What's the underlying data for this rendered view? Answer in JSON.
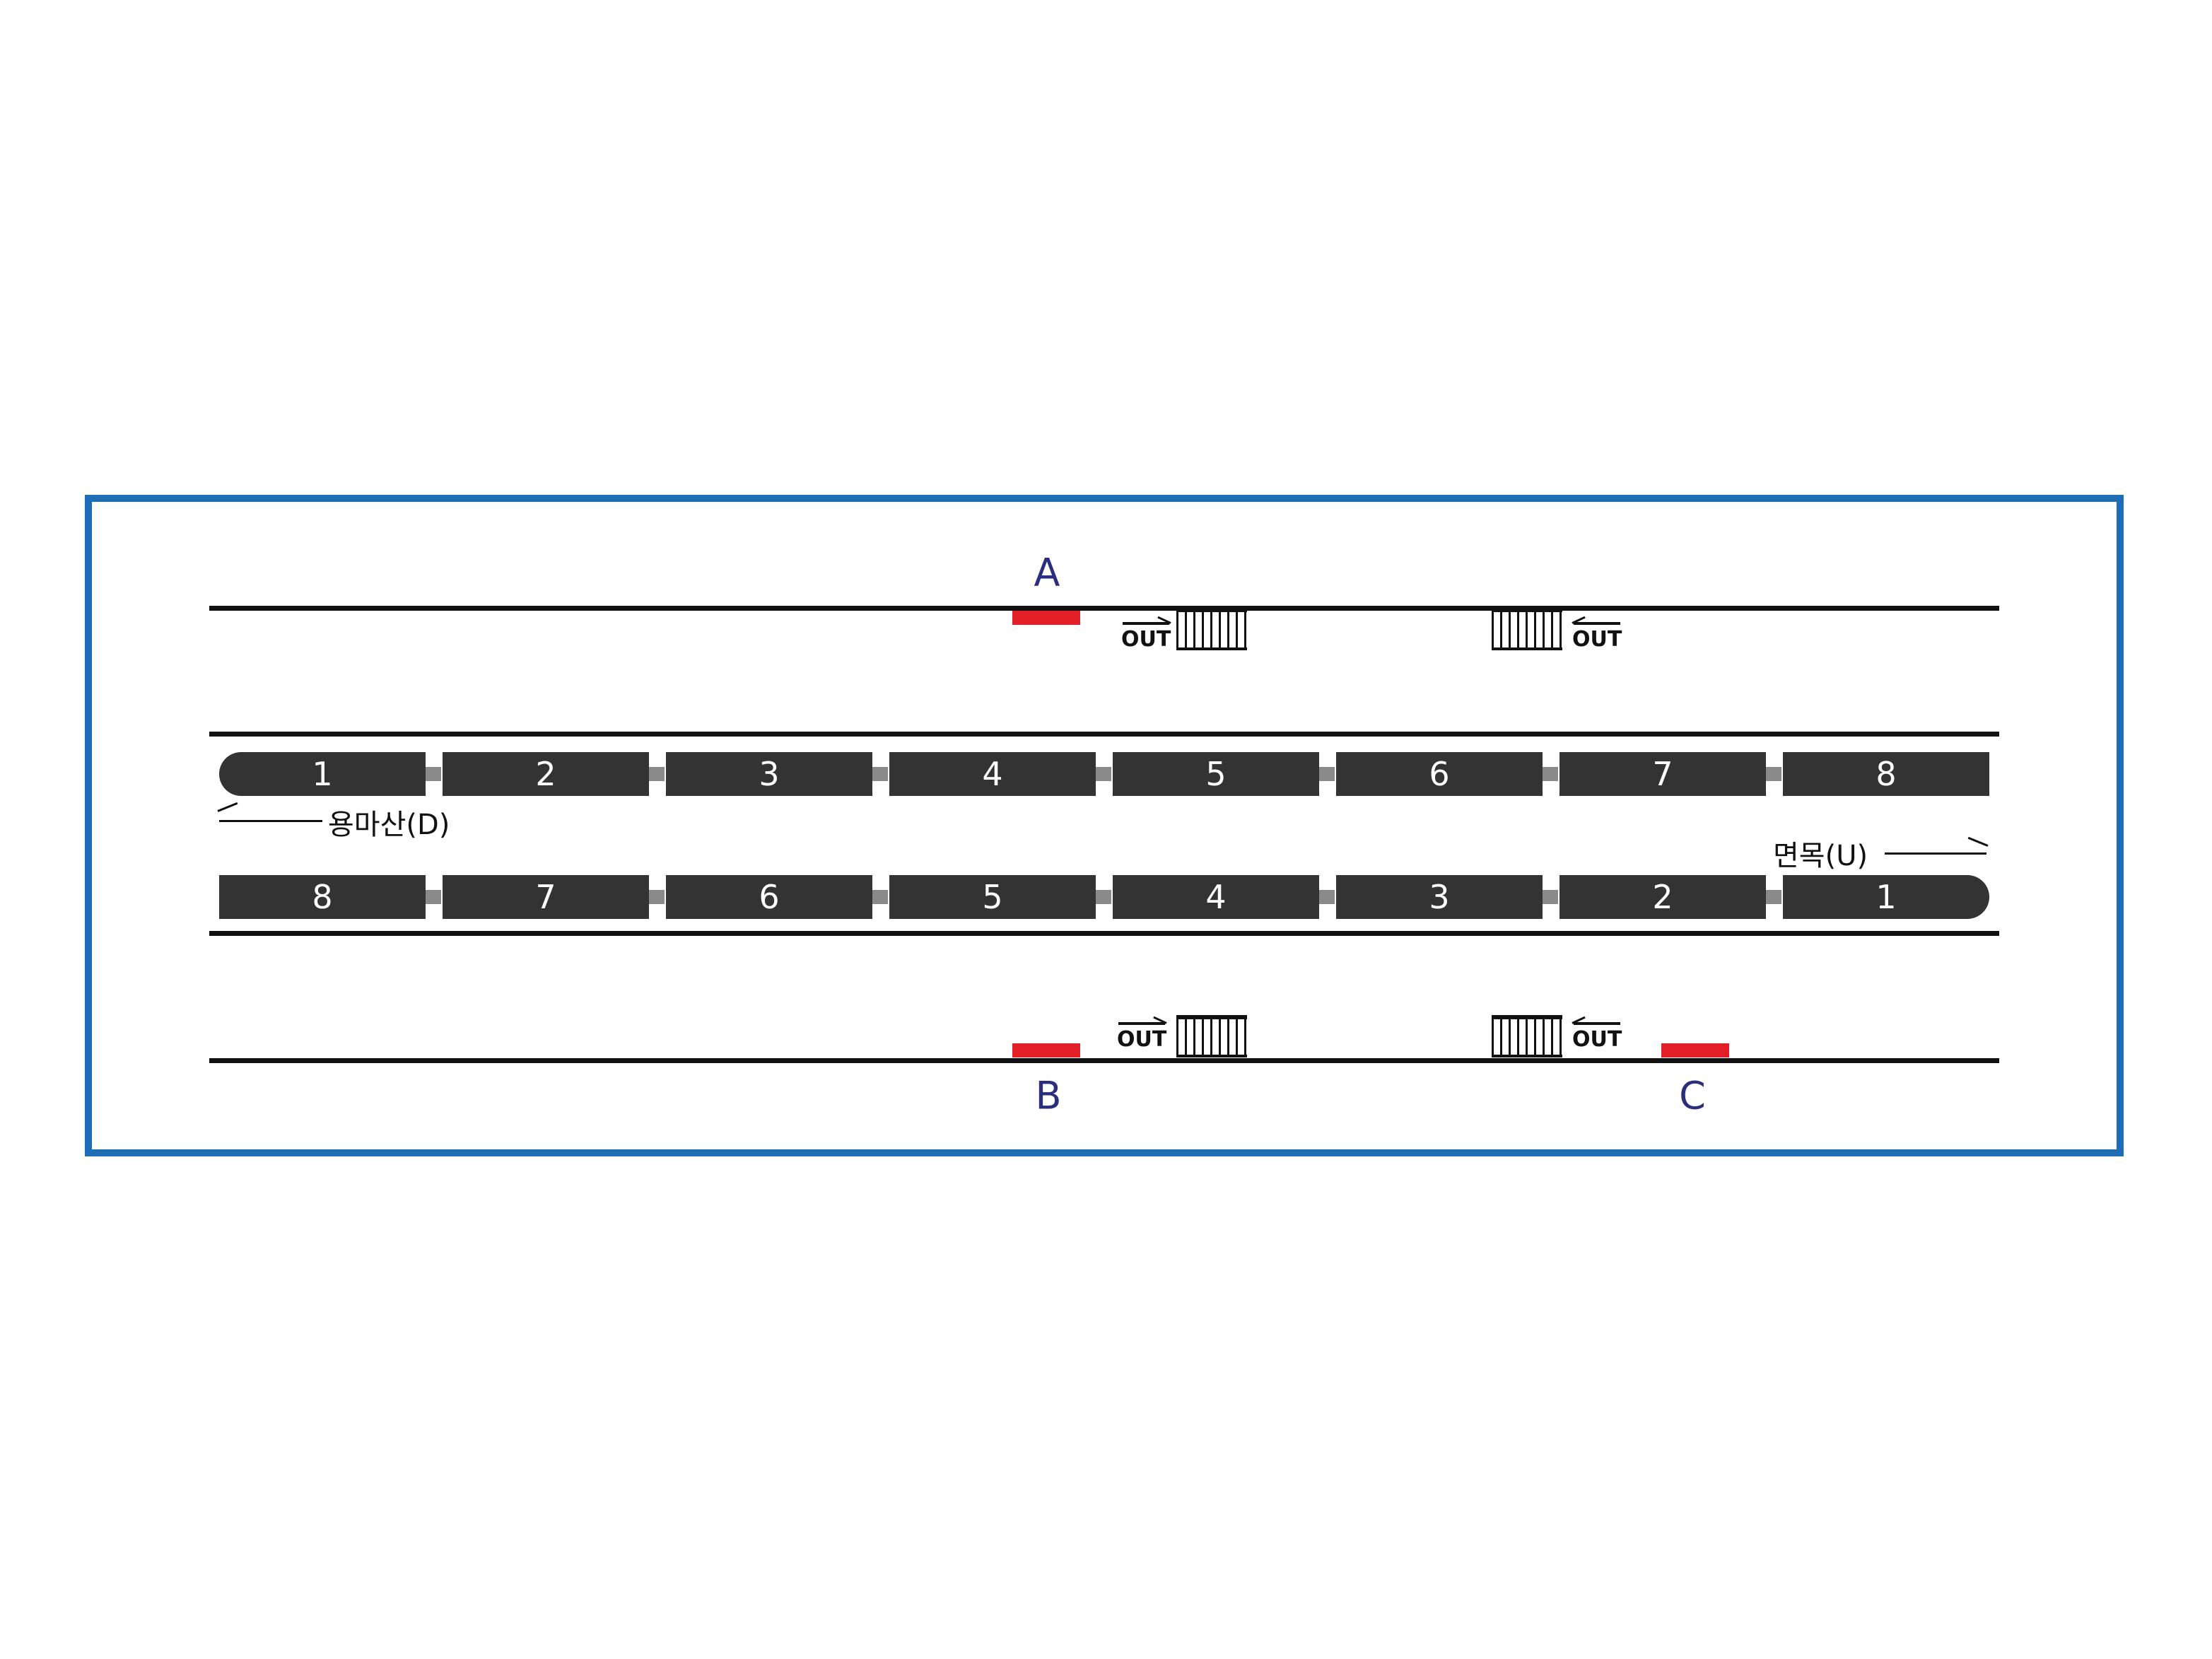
{
  "doors": {
    "a": "A",
    "b": "B",
    "c": "C"
  },
  "out_label": "OUT",
  "direction_down": "용마산(D)",
  "direction_up": "면목(U)",
  "top_train_cars": [
    "1",
    "2",
    "3",
    "4",
    "5",
    "6",
    "7",
    "8"
  ],
  "bottom_train_cars": [
    "8",
    "7",
    "6",
    "5",
    "4",
    "3",
    "2",
    "1"
  ],
  "colors": {
    "frame": "#1f6db5",
    "marker": "#e21f26",
    "car": "#333333",
    "letter": "#2b2e7f"
  }
}
